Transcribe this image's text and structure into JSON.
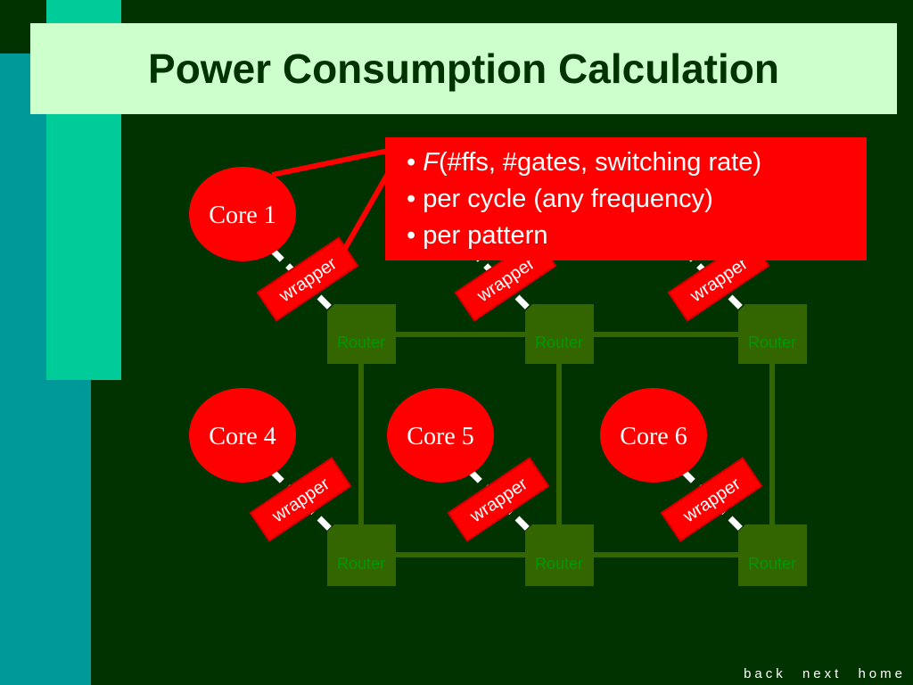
{
  "slide": {
    "title": "Power Consumption Calculation",
    "colors": {
      "background": "#003300",
      "title_bar": "#ccffcc",
      "title_text": "#003300",
      "band_teal": "#009999",
      "band_green": "#00cc99",
      "core_fill": "#ff0000",
      "router_fill": "#336600",
      "router_text": "#009900",
      "link_color": "#336600",
      "callout_fill": "#ff0000"
    }
  },
  "diagram": {
    "cores": [
      {
        "label": "Core 1"
      },
      {
        "label": "Core 4"
      },
      {
        "label": "Core 5"
      },
      {
        "label": "Core 6"
      }
    ],
    "wrapper_label": "wrapper",
    "router_label": "Router"
  },
  "callout": {
    "bullet": "•",
    "line1_fn": "F",
    "line1_rest": "(#ffs, #gates, switching rate)",
    "line2": "per cycle (any frequency)",
    "line3": "per pattern"
  },
  "nav": {
    "back": "back",
    "next": "next",
    "home": "home"
  }
}
